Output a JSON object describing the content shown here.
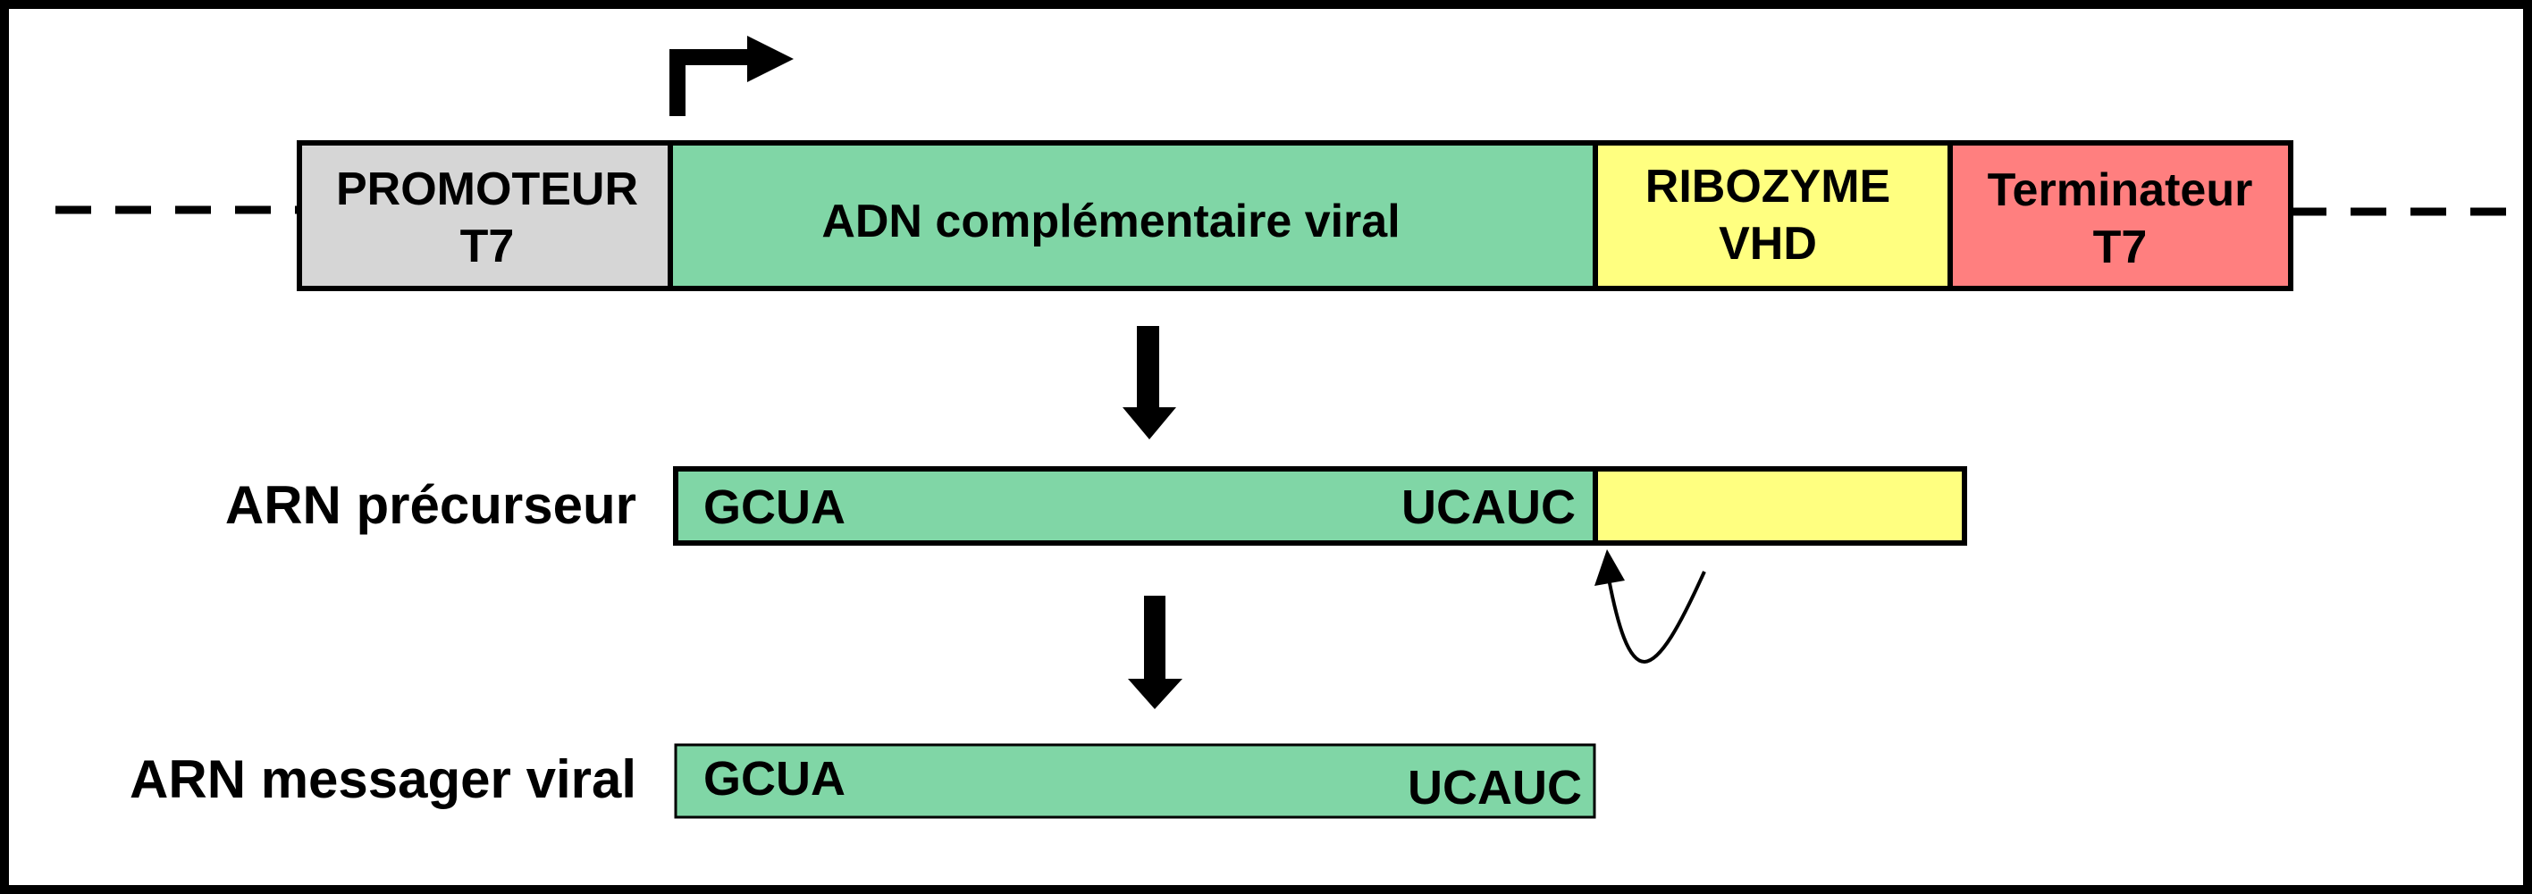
{
  "colors": {
    "promoter": "#d6d6d6",
    "cdna": "#80d6a6",
    "ribozyme": "#ffff80",
    "terminator": "#ff7f7f",
    "outline": "#000000"
  },
  "construct": {
    "promoter": {
      "line1": "PROMOTEUR",
      "line2": "T7"
    },
    "cdna": {
      "label": "ADN complémentaire viral"
    },
    "ribozyme": {
      "line1": "RIBOZYME",
      "line2": "VHD"
    },
    "terminator": {
      "line1": "Terminateur",
      "line2": "T7"
    }
  },
  "precursor": {
    "label": "ARN précurseur",
    "five_prime": "GCUA",
    "three_prime": "UCAUC"
  },
  "messenger": {
    "label": "ARN messager viral",
    "five_prime": "GCUA",
    "three_prime": "UCAUC"
  }
}
